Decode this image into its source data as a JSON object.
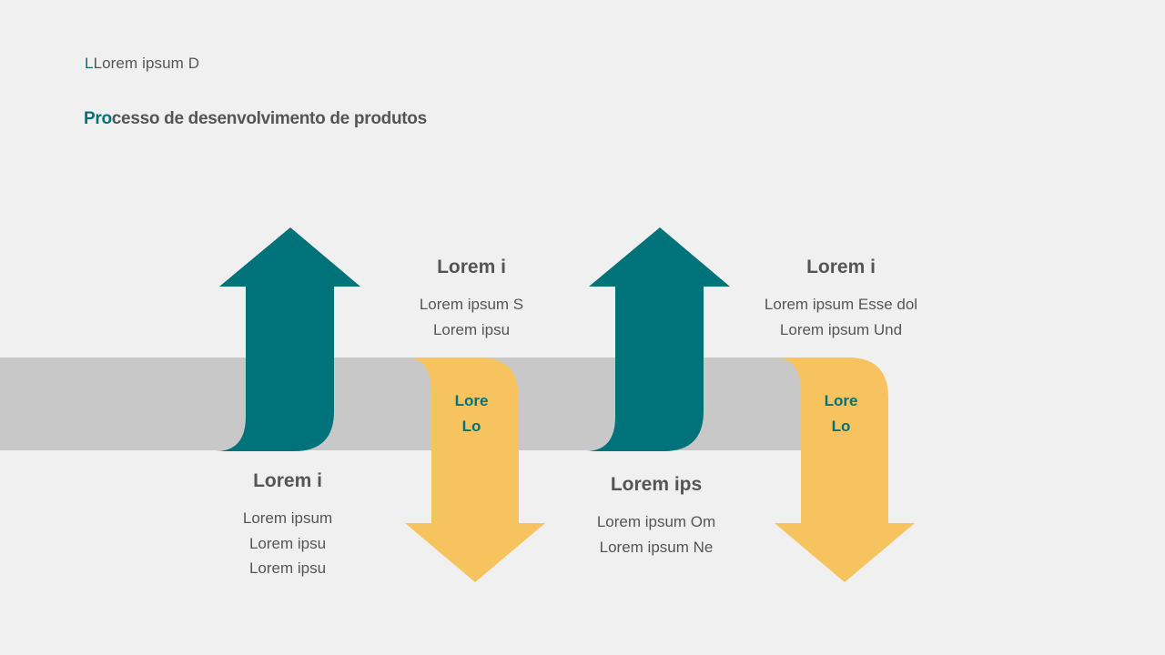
{
  "header": {
    "sub_accent": "L",
    "sub_rest": "Lorem ipsum D",
    "title_accent": "Pro",
    "title_rest": "cesso de desenvolvimento de produtos"
  },
  "colors": {
    "teal": "#00727a",
    "yellow": "#f7c35f",
    "band": "#c8c8c8",
    "text": "#555555",
    "background": "#f0f0f0"
  },
  "steps": [
    {
      "title": "Lorem i",
      "lines": [
        "Lorem ipsum",
        "Lorem ipsu",
        "Lorem ipsu"
      ]
    },
    {
      "title": "Lorem i",
      "lines": [
        "Lorem ipsum S",
        "Lorem ipsu"
      ],
      "arrow_lines": [
        "Lore",
        "Lo"
      ]
    },
    {
      "title": "Lorem ips",
      "lines": [
        "Lorem ipsum Om",
        "Lorem ipsum Ne"
      ]
    },
    {
      "title": "Lorem i",
      "lines": [
        "Lorem ipsum Esse dol",
        "Lorem ipsum Und"
      ],
      "arrow_lines": [
        "Lore",
        "Lo"
      ]
    }
  ]
}
